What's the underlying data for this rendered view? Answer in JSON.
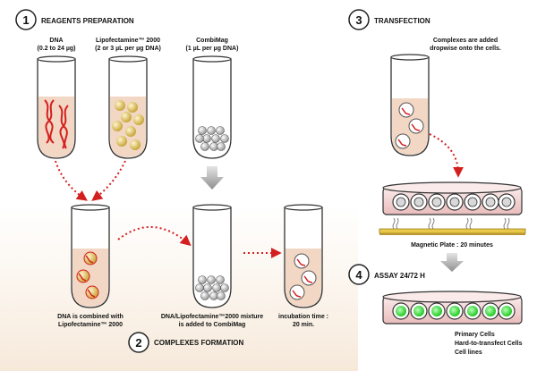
{
  "steps": {
    "s1": {
      "num": "1",
      "title": "REAGENTS PREPARATION"
    },
    "s2": {
      "num": "2",
      "title": "COMPLEXES FORMATION"
    },
    "s3": {
      "num": "3",
      "title": "TRANSFECTION"
    },
    "s4": {
      "num": "4",
      "title": "ASSAY 24/72 H"
    }
  },
  "reagents": {
    "dna": {
      "name": "DNA",
      "amount": "(0.2 to 24 µg)"
    },
    "lipo": {
      "name": "Lipofectamine™ 2000",
      "amount": "(2 or 3 µL per µg DNA)"
    },
    "combimag": {
      "name": "CombiMag",
      "amount": "(1 µL per µg DNA)"
    }
  },
  "captions": {
    "combined_1": "DNA is combined with",
    "combined_2": "Lipofectamine™ 2000",
    "mixture_1": "DNA/Lipofectamine™2000 mixture",
    "mixture_2": "is added to CombiMag",
    "incubation_1": "incubation time :",
    "incubation_2": "20 min.",
    "dropwise_1": "Complexes are added",
    "dropwise_2": "dropwise onto the cells.",
    "magnetic_plate": "Magnetic Plate : 20 minutes",
    "cells_1": "Primary Cells",
    "cells_2": "Hard-to-transfect Cells",
    "cells_3": "Cell lines"
  },
  "colors": {
    "arrow_red": "#d41f1f",
    "liquid": "#f2d7c4",
    "cell_green": "#2ee82e",
    "dish_pink": "#f4d8d8",
    "magnet_yellow": "#e8c84a"
  }
}
